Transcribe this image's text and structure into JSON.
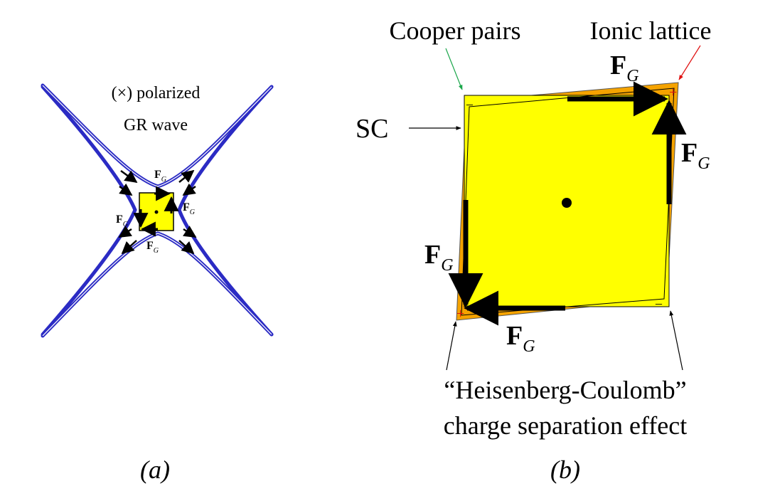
{
  "panel_a": {
    "wave_line1": "(×) polarized",
    "wave_line2": "GR wave",
    "force_symbol": "F",
    "force_subscript": "G",
    "caption": "(a)"
  },
  "panel_b": {
    "label_cooper": "Cooper pairs",
    "label_ionic": "Ionic lattice",
    "label_sc": "SC",
    "effect_line1": "“Heisenberg-Coulomb”",
    "effect_line2": "charge separation effect",
    "force_symbol": "F",
    "force_subscript": "G",
    "plus_sign": "+",
    "minus_sign": "–",
    "caption": "(b)"
  },
  "colors": {
    "wave": "#2b2bc4",
    "superconductor": "#ffff00",
    "ionic": "#f5a300",
    "cooper_arrow": "#1aa64a",
    "ionic_arrow": "#e01010",
    "plus": "#e01010",
    "minus": "#000000"
  }
}
